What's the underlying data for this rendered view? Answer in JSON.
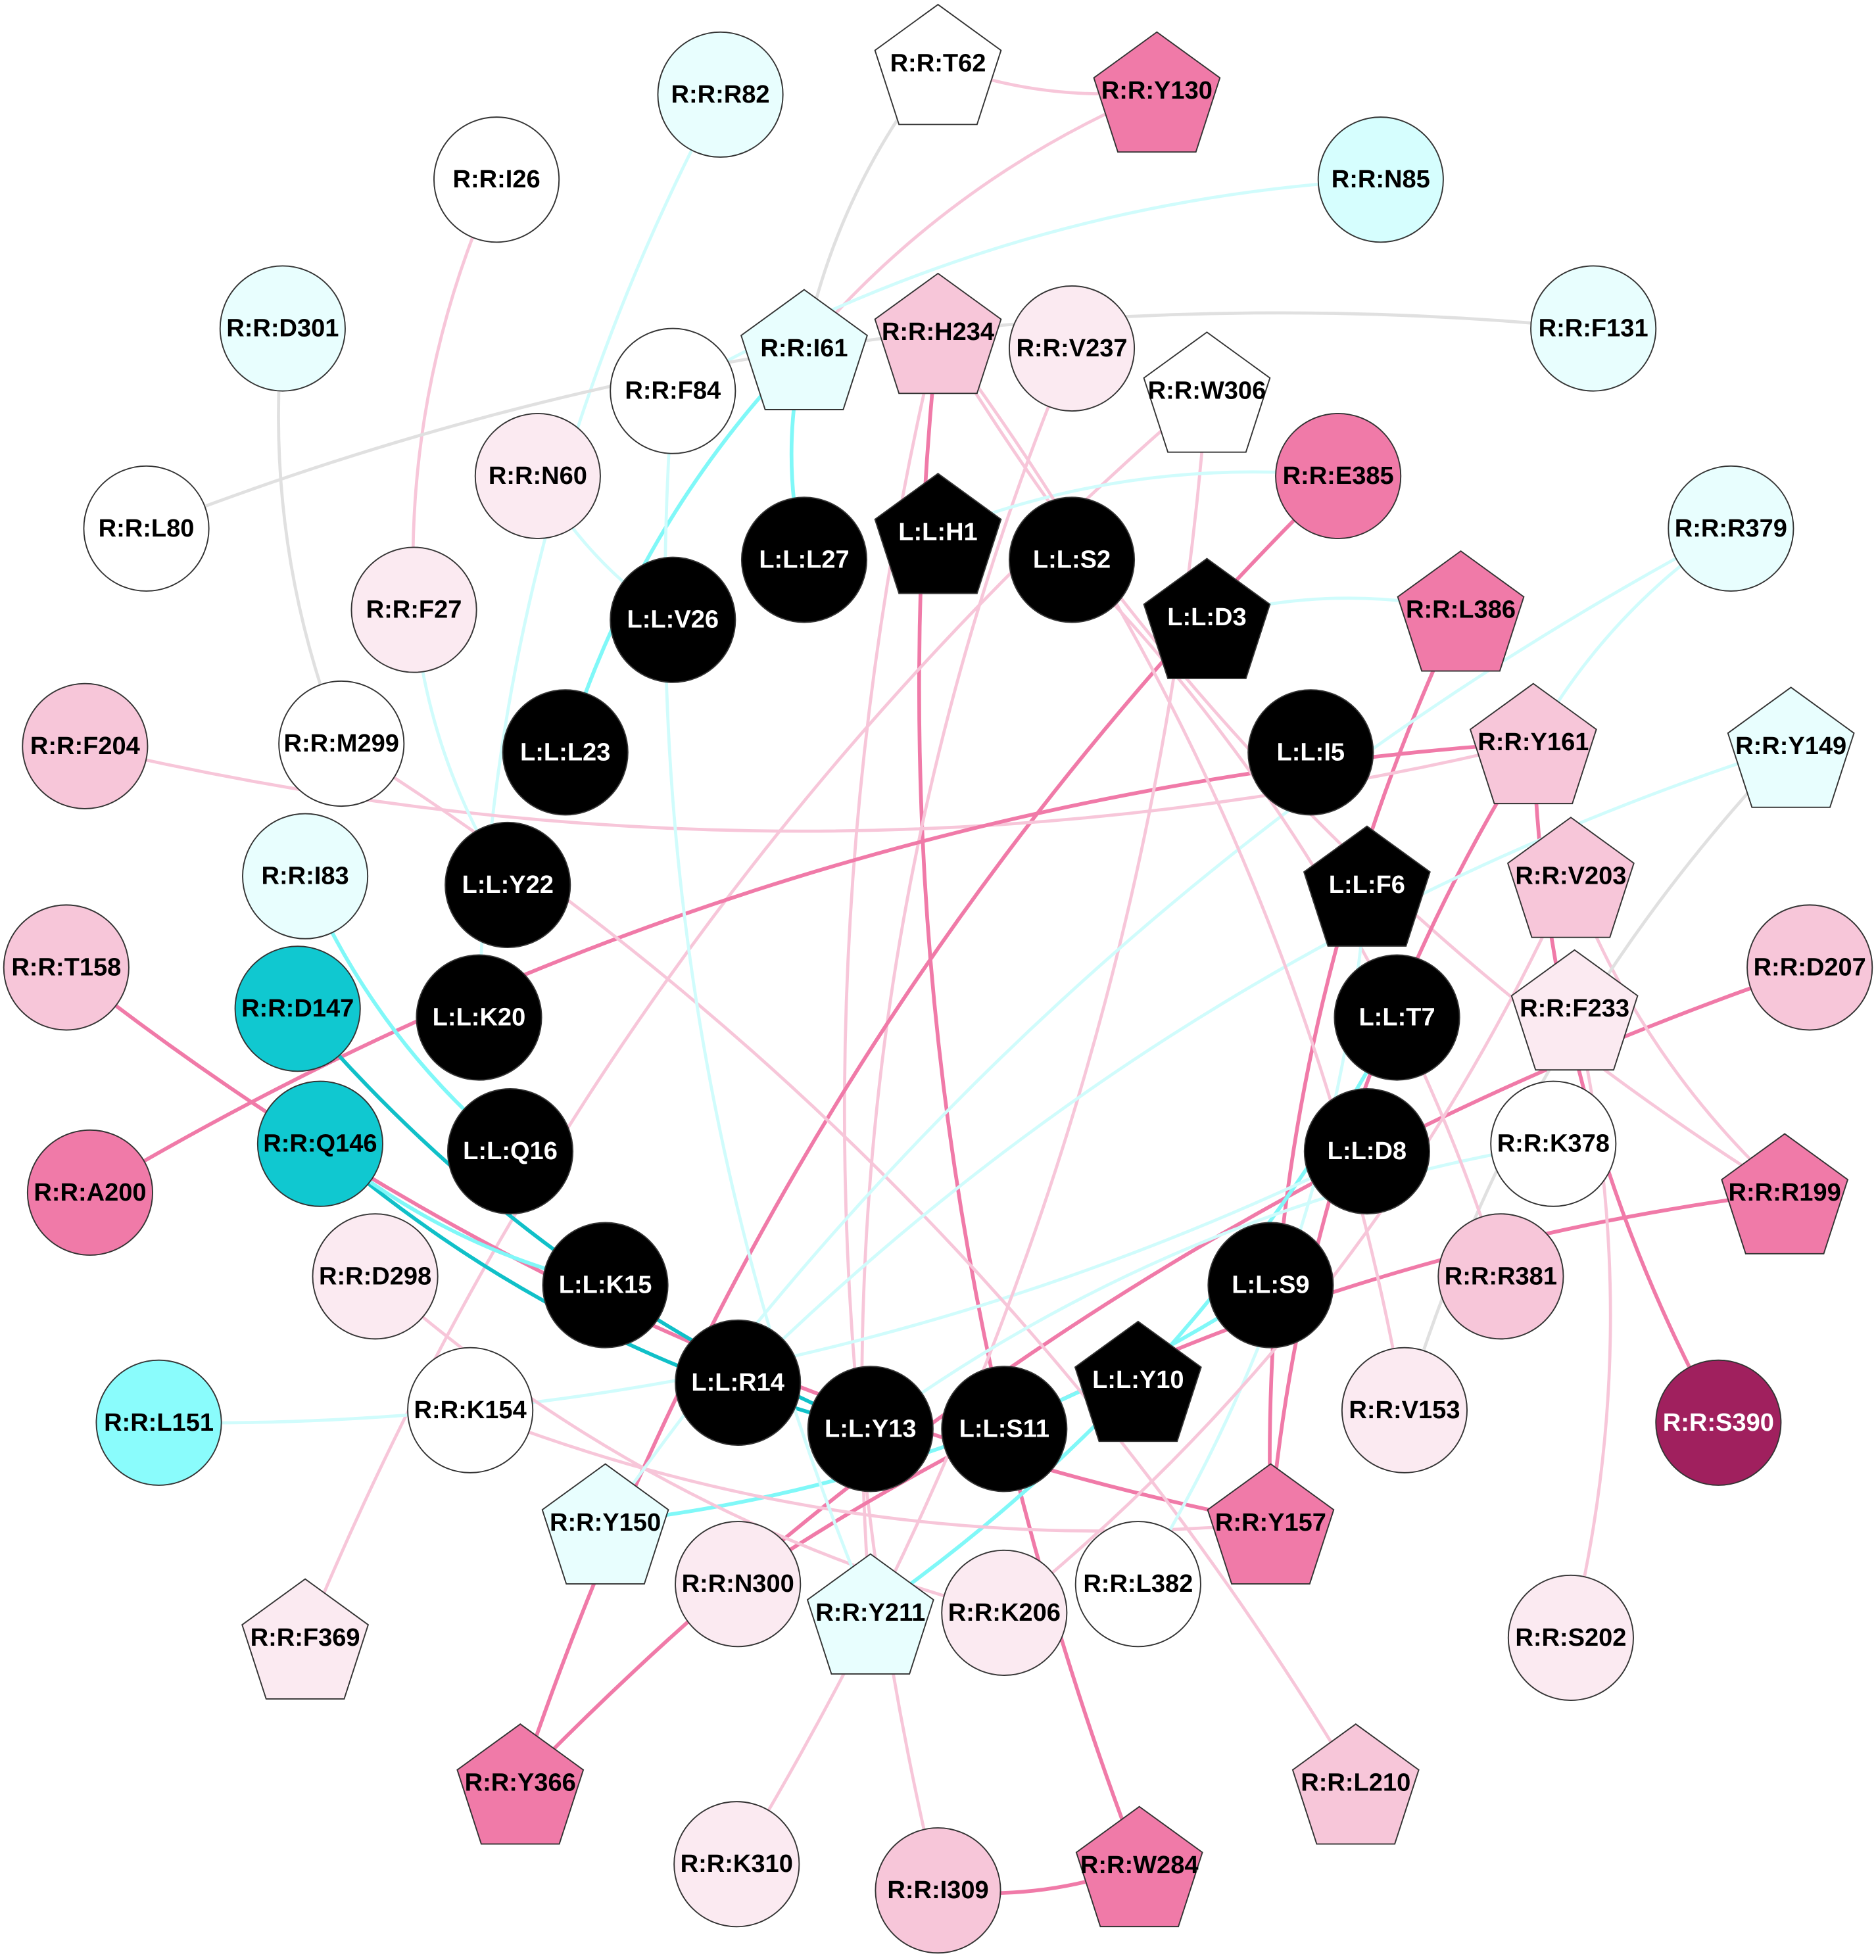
{
  "colors": {
    "ligand": "#000000",
    "white": "#ffffff",
    "cyan_pale": "#e8fefe",
    "cyan_light": "#d6fefe",
    "cyan_mid": "#8afcfc",
    "cyan_strong": "#10c8d0",
    "pink_pale": "#fbeaf1",
    "pink_light": "#f7c6d9",
    "pink_mid": "#f07aa8",
    "pink_dark": "#a0205e",
    "edge_gray": "#e0e0e0",
    "edge_cyan": "#80f8f8",
    "edge_cyan_light": "#d0fcfc",
    "edge_cyan_dark": "#10c0c8",
    "edge_pink": "#f07aa8",
    "edge_pink_light": "#f7c6d9"
  },
  "nodes": [
    {
      "id": "H1",
      "label": "L:L:H1",
      "shape": "pentagon",
      "fill": "#000000"
    },
    {
      "id": "S2",
      "label": "L:L:S2",
      "shape": "circle",
      "fill": "#000000"
    },
    {
      "id": "D3",
      "label": "L:L:D3",
      "shape": "pentagon",
      "fill": "#000000"
    },
    {
      "id": "I5",
      "label": "L:L:I5",
      "shape": "circle",
      "fill": "#000000"
    },
    {
      "id": "F6",
      "label": "L:L:F6",
      "shape": "pentagon",
      "fill": "#000000"
    },
    {
      "id": "T7",
      "label": "L:L:T7",
      "shape": "circle",
      "fill": "#000000"
    },
    {
      "id": "D8",
      "label": "L:L:D8",
      "shape": "circle",
      "fill": "#000000"
    },
    {
      "id": "S9",
      "label": "L:L:S9",
      "shape": "circle",
      "fill": "#000000"
    },
    {
      "id": "Y10",
      "label": "L:L:Y10",
      "shape": "pentagon",
      "fill": "#000000"
    },
    {
      "id": "S11",
      "label": "L:L:S11",
      "shape": "circle",
      "fill": "#000000"
    },
    {
      "id": "Y13",
      "label": "L:L:Y13",
      "shape": "circle",
      "fill": "#000000"
    },
    {
      "id": "R14",
      "label": "L:L:R14",
      "shape": "circle",
      "fill": "#000000"
    },
    {
      "id": "K15",
      "label": "L:L:K15",
      "shape": "circle",
      "fill": "#000000"
    },
    {
      "id": "Q16",
      "label": "L:L:Q16",
      "shape": "circle",
      "fill": "#000000"
    },
    {
      "id": "K20",
      "label": "L:L:K20",
      "shape": "circle",
      "fill": "#000000"
    },
    {
      "id": "Y22",
      "label": "L:L:Y22",
      "shape": "circle",
      "fill": "#000000"
    },
    {
      "id": "L23",
      "label": "L:L:L23",
      "shape": "circle",
      "fill": "#000000"
    },
    {
      "id": "V26",
      "label": "L:L:V26",
      "shape": "circle",
      "fill": "#000000"
    },
    {
      "id": "L27",
      "label": "L:L:L27",
      "shape": "circle",
      "fill": "#000000"
    },
    {
      "id": "T62",
      "label": "R:R:T62",
      "shape": "pentagon",
      "fill": "#ffffff"
    },
    {
      "id": "Y130",
      "label": "R:R:Y130",
      "shape": "pentagon",
      "fill": "#f07aa8"
    },
    {
      "id": "R82",
      "label": "R:R:R82",
      "shape": "circle",
      "fill": "#e8fefe"
    },
    {
      "id": "N85",
      "label": "R:R:N85",
      "shape": "circle",
      "fill": "#d6fefe"
    },
    {
      "id": "I26",
      "label": "R:R:I26",
      "shape": "circle",
      "fill": "#ffffff"
    },
    {
      "id": "D301",
      "label": "R:R:D301",
      "shape": "circle",
      "fill": "#e8fefe"
    },
    {
      "id": "F131",
      "label": "R:R:F131",
      "shape": "circle",
      "fill": "#e8fefe"
    },
    {
      "id": "I61",
      "label": "R:R:I61",
      "shape": "pentagon",
      "fill": "#e8fefe"
    },
    {
      "id": "H234",
      "label": "R:R:H234",
      "shape": "pentagon",
      "fill": "#f7c6d9"
    },
    {
      "id": "V237",
      "label": "R:R:V237",
      "shape": "circle",
      "fill": "#fbeaf1"
    },
    {
      "id": "W306",
      "label": "R:R:W306",
      "shape": "pentagon",
      "fill": "#ffffff"
    },
    {
      "id": "F84",
      "label": "R:R:F84",
      "shape": "circle",
      "fill": "#ffffff"
    },
    {
      "id": "N60",
      "label": "R:R:N60",
      "shape": "circle",
      "fill": "#fbeaf1"
    },
    {
      "id": "E385",
      "label": "R:R:E385",
      "shape": "circle",
      "fill": "#f07aa8"
    },
    {
      "id": "L80",
      "label": "R:R:L80",
      "shape": "circle",
      "fill": "#ffffff"
    },
    {
      "id": "R379",
      "label": "R:R:R379",
      "shape": "circle",
      "fill": "#e8fefe"
    },
    {
      "id": "F27",
      "label": "R:R:F27",
      "shape": "circle",
      "fill": "#fbeaf1"
    },
    {
      "id": "L386",
      "label": "R:R:L386",
      "shape": "pentagon",
      "fill": "#f07aa8"
    },
    {
      "id": "F204",
      "label": "R:R:F204",
      "shape": "circle",
      "fill": "#f7c6d9"
    },
    {
      "id": "M299",
      "label": "R:R:M299",
      "shape": "circle",
      "fill": "#ffffff"
    },
    {
      "id": "Y161",
      "label": "R:R:Y161",
      "shape": "pentagon",
      "fill": "#f7c6d9"
    },
    {
      "id": "Y149",
      "label": "R:R:Y149",
      "shape": "pentagon",
      "fill": "#e8fefe"
    },
    {
      "id": "I83",
      "label": "R:R:I83",
      "shape": "circle",
      "fill": "#e8fefe"
    },
    {
      "id": "V203",
      "label": "R:R:V203",
      "shape": "pentagon",
      "fill": "#f7c6d9"
    },
    {
      "id": "T158",
      "label": "R:R:T158",
      "shape": "circle",
      "fill": "#f7c6d9"
    },
    {
      "id": "D207",
      "label": "R:R:D207",
      "shape": "circle",
      "fill": "#f7c6d9"
    },
    {
      "id": "D147",
      "label": "R:R:D147",
      "shape": "circle",
      "fill": "#10c8d0"
    },
    {
      "id": "F233",
      "label": "R:R:F233",
      "shape": "pentagon",
      "fill": "#fbeaf1"
    },
    {
      "id": "Q146",
      "label": "R:R:Q146",
      "shape": "circle",
      "fill": "#10c8d0"
    },
    {
      "id": "K378",
      "label": "R:R:K378",
      "shape": "circle",
      "fill": "#ffffff"
    },
    {
      "id": "A200",
      "label": "R:R:A200",
      "shape": "circle",
      "fill": "#f07aa8"
    },
    {
      "id": "R199",
      "label": "R:R:R199",
      "shape": "pentagon",
      "fill": "#f07aa8"
    },
    {
      "id": "D298",
      "label": "R:R:D298",
      "shape": "circle",
      "fill": "#fbeaf1"
    },
    {
      "id": "R381",
      "label": "R:R:R381",
      "shape": "circle",
      "fill": "#f7c6d9"
    },
    {
      "id": "L151",
      "label": "R:R:L151",
      "shape": "circle",
      "fill": "#8afcfc"
    },
    {
      "id": "K154",
      "label": "R:R:K154",
      "shape": "circle",
      "fill": "#ffffff"
    },
    {
      "id": "V153",
      "label": "R:R:V153",
      "shape": "circle",
      "fill": "#fbeaf1"
    },
    {
      "id": "S390",
      "label": "R:R:S390",
      "shape": "circle",
      "fill": "#a0205e"
    },
    {
      "id": "Y150",
      "label": "R:R:Y150",
      "shape": "pentagon",
      "fill": "#e8fefe"
    },
    {
      "id": "Y157",
      "label": "R:R:Y157",
      "shape": "pentagon",
      "fill": "#f07aa8"
    },
    {
      "id": "N300",
      "label": "R:R:N300",
      "shape": "circle",
      "fill": "#fbeaf1"
    },
    {
      "id": "Y211",
      "label": "R:R:Y211",
      "shape": "pentagon",
      "fill": "#e8fefe"
    },
    {
      "id": "K206",
      "label": "R:R:K206",
      "shape": "circle",
      "fill": "#fbeaf1"
    },
    {
      "id": "L382",
      "label": "R:R:L382",
      "shape": "circle",
      "fill": "#ffffff"
    },
    {
      "id": "F369",
      "label": "R:R:F369",
      "shape": "pentagon",
      "fill": "#fbeaf1"
    },
    {
      "id": "S202",
      "label": "R:R:S202",
      "shape": "circle",
      "fill": "#fbeaf1"
    },
    {
      "id": "Y366",
      "label": "R:R:Y366",
      "shape": "pentagon",
      "fill": "#f07aa8"
    },
    {
      "id": "L210",
      "label": "R:R:L210",
      "shape": "pentagon",
      "fill": "#f7c6d9"
    },
    {
      "id": "K310",
      "label": "R:R:K310",
      "shape": "circle",
      "fill": "#fbeaf1"
    },
    {
      "id": "I309",
      "label": "R:R:I309",
      "shape": "circle",
      "fill": "#f7c6d9"
    },
    {
      "id": "W284",
      "label": "R:R:W284",
      "shape": "pentagon",
      "fill": "#f07aa8"
    }
  ],
  "edges": [
    [
      "T62",
      "Y130",
      "edge_pink_light"
    ],
    [
      "T62",
      "I61",
      "edge_gray"
    ],
    [
      "Y130",
      "I61",
      "edge_pink_light"
    ],
    [
      "R82",
      "K20",
      "edge_cyan_light"
    ],
    [
      "N85",
      "F84",
      "edge_cyan_light"
    ],
    [
      "I26",
      "F27",
      "edge_pink_light"
    ],
    [
      "D301",
      "M299",
      "edge_gray"
    ],
    [
      "F131",
      "L80",
      "edge_gray"
    ],
    [
      "I61",
      "L27",
      "edge_cyan"
    ],
    [
      "I61",
      "L23",
      "edge_cyan"
    ],
    [
      "H234",
      "W284",
      "edge_pink"
    ],
    [
      "H234",
      "I309",
      "edge_pink_light"
    ],
    [
      "H234",
      "R199",
      "edge_pink_light"
    ],
    [
      "V237",
      "Y211",
      "edge_pink_light"
    ],
    [
      "W306",
      "F369",
      "edge_pink_light"
    ],
    [
      "E385",
      "Y366",
      "edge_pink"
    ],
    [
      "L386",
      "Y157",
      "edge_pink"
    ],
    [
      "F204",
      "Y161",
      "edge_pink_light"
    ],
    [
      "Y161",
      "A200",
      "edge_pink"
    ],
    [
      "Y161",
      "S390",
      "edge_pink"
    ],
    [
      "Y161",
      "Y157",
      "edge_pink"
    ],
    [
      "T158",
      "Y157",
      "edge_pink"
    ],
    [
      "D207",
      "Y366",
      "edge_pink"
    ],
    [
      "R199",
      "N300",
      "edge_pink"
    ],
    [
      "V203",
      "R199",
      "edge_pink_light"
    ],
    [
      "D147",
      "Y13",
      "edge_cyan_dark"
    ],
    [
      "Q146",
      "Y13",
      "edge_cyan_dark"
    ],
    [
      "Y150",
      "S9",
      "edge_cyan"
    ],
    [
      "Y211",
      "T7",
      "edge_cyan"
    ],
    [
      "L151",
      "D8",
      "edge_cyan_light"
    ],
    [
      "K154",
      "Y157",
      "edge_pink_light"
    ],
    [
      "D298",
      "K206",
      "edge_pink_light"
    ],
    [
      "L210",
      "M299",
      "edge_pink_light"
    ],
    [
      "K310",
      "W306",
      "edge_pink_light"
    ],
    [
      "I309",
      "W284",
      "edge_pink"
    ],
    [
      "Y149",
      "V153",
      "edge_gray"
    ],
    [
      "R379",
      "Y150",
      "edge_cyan_light"
    ],
    [
      "Q146",
      "K15",
      "edge_cyan"
    ],
    [
      "I83",
      "Q16",
      "edge_cyan"
    ],
    [
      "N60",
      "V26",
      "edge_cyan_light"
    ],
    [
      "F27",
      "Y22",
      "edge_cyan_light"
    ],
    [
      "K378",
      "Y13",
      "edge_cyan_light"
    ],
    [
      "R381",
      "S2",
      "edge_pink_light"
    ],
    [
      "S202",
      "F233",
      "edge_pink_light"
    ],
    [
      "L382",
      "F6",
      "edge_cyan_light"
    ],
    [
      "K206",
      "V203",
      "edge_pink_light"
    ],
    [
      "Y149",
      "R14",
      "edge_cyan_light"
    ],
    [
      "R379",
      "Y161",
      "edge_cyan_light"
    ],
    [
      "E385",
      "H1",
      "edge_cyan_light"
    ],
    [
      "L386",
      "D3",
      "edge_cyan_light"
    ],
    [
      "V153",
      "H234",
      "edge_pink_light"
    ],
    [
      "F84",
      "Y211",
      "edge_cyan_light"
    ]
  ]
}
